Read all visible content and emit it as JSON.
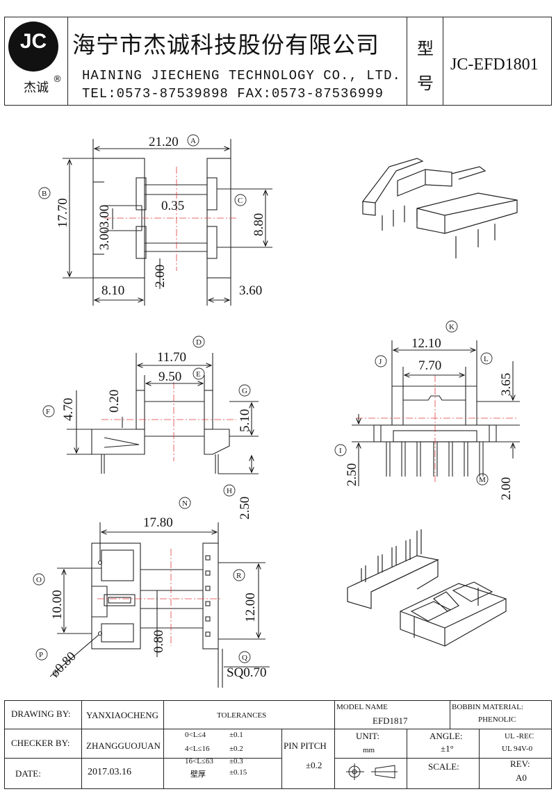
{
  "header": {
    "logo_letters": "JC",
    "logo_name": "杰诚",
    "registered_mark": "®",
    "company_cn": "海宁市杰诚科技股份有限公司",
    "company_en": "HAINING JIECHENG TECHNOLOGY CO., LTD.",
    "contact": "TEL:0573-87539898  FAX:0573-87536999",
    "type_label_1": "型",
    "type_label_2": "号",
    "model_no": "JC-EFD1801"
  },
  "top_view": {
    "dim_width": "21.20",
    "tag_width": "A",
    "dim_height": "17.70",
    "tag_height": "B",
    "dim_gap": "0.35",
    "dim_slot": "3.00",
    "dim_slot_b": "3.00",
    "dim_inner": "8.80",
    "tag_inner": "C",
    "dim_rail": "2.00",
    "dim_left": "8.10",
    "dim_right": "3.60"
  },
  "side_view": {
    "dim_outer": "11.70",
    "tag_outer": "D",
    "dim_inner": "9.50",
    "tag_inner": "E",
    "dim_height": "4.70",
    "tag_height": "F",
    "dim_wall": "0.20",
    "dim_flange": "5.10",
    "tag_flange": "G",
    "dim_pin": "2.50",
    "tag_pin": "H"
  },
  "front_view": {
    "dim_outer": "12.10",
    "tag_outer": "K",
    "dim_inner": "7.70",
    "tag_inner_l": "J",
    "tag_inner_r": "L",
    "dim_top": "3.65",
    "dim_pin": "2.50",
    "tag_pin": "I",
    "dim_pin_r": "2.00",
    "tag_pin_r": "M"
  },
  "bottom_view": {
    "dim_len": "17.80",
    "tag_len": "N",
    "dim_width": "10.00",
    "tag_width": "O",
    "dim_hole": "ø0.80",
    "tag_hole": "P",
    "dim_gap": "0.80",
    "dim_pins": "12.00",
    "tag_pins": "R",
    "dim_sq": "SQ0.70",
    "tag_sq": "Q"
  },
  "title_block": {
    "drawing_by_label": "DRAWING  BY:",
    "drawing_by": "YANXIAOCHENG",
    "checker_by_label": "CHECKER  BY:",
    "checker_by": "ZHANGGUOJUAN",
    "date_label": "DATE:",
    "date": "2017.03.16",
    "tolerances_label": "TOLERANCES",
    "tol_rows": [
      {
        "range": "0<L≤4",
        "value": "±0.1"
      },
      {
        "range": "4<L≤16",
        "value": "±0.2"
      },
      {
        "range": "16<L≤63",
        "value": "±0.3"
      },
      {
        "range": "壁厚",
        "value": "±0.15"
      }
    ],
    "pin_pitch_label": "PIN PITCH",
    "pin_pitch": "±0.2",
    "model_name_label": "MODEL NAME",
    "model_name": "EFD1817",
    "bobbin_material_label": "BOBBIN MATERIAL:",
    "bobbin_material": "PHENOLIC",
    "unit_label": "UNIT:",
    "unit": "mm",
    "angle_label": "ANGLE:",
    "angle": "±1°",
    "ul_1": "UL -REC",
    "ul_2": "UL  94V-0",
    "scale_label": "SCALE:",
    "rev_label": "REV:",
    "rev": "A0"
  }
}
